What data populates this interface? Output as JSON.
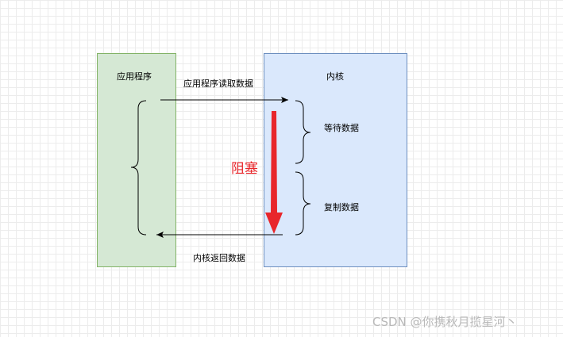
{
  "diagram": {
    "app_box": {
      "title": "应用程序"
    },
    "kernel_box": {
      "title": "内核"
    },
    "arrows": {
      "request": "应用程序读取数据",
      "response": "内核返回数据"
    },
    "phases": {
      "wait": "等待数据",
      "copy": "复制数据"
    },
    "block_label": "阻塞"
  },
  "watermark": "CSDN @你携秋月揽星河丶",
  "colors": {
    "app_fill": "#d5e8d4",
    "app_stroke": "#82b366",
    "kernel_fill": "#dae8fc",
    "kernel_stroke": "#6c8ebf",
    "block_red": "#e8262b"
  }
}
